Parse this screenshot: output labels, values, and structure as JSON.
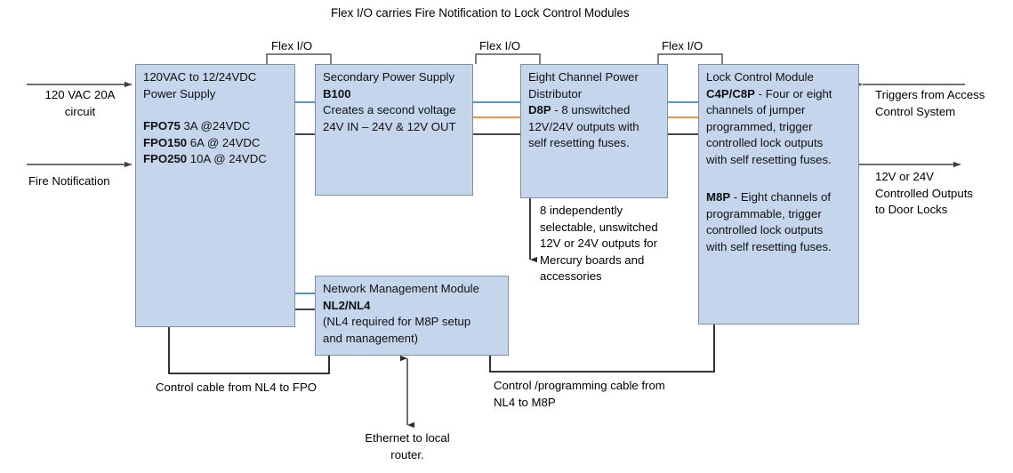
{
  "diagram": {
    "title": "Flex I/O carries Fire Notification to Lock Control Modules",
    "flex_io_label": "Flex I/O",
    "colors": {
      "box_fill": "#c5d5ec",
      "box_border": "#7e8fa8",
      "line_blue": "#3b87c8",
      "line_orange": "#e58a33",
      "line_black": "#2b2b2b"
    }
  },
  "boxes": {
    "power_supply": {
      "title_line1": "120VAC to 12/24VDC",
      "title_line2": "Power Supply",
      "models": [
        {
          "name": "FPO75",
          "spec": " 3A @24VDC"
        },
        {
          "name": "FPO150",
          "spec": " 6A @ 24VDC"
        },
        {
          "name": "FPO250",
          "spec": " 10A @ 24VDC"
        }
      ]
    },
    "secondary_power_supply": {
      "title": "Secondary Power Supply",
      "model": "B100",
      "desc_line1": "Creates a second voltage",
      "desc_line2": "24V IN – 24V & 12V OUT"
    },
    "power_distributor": {
      "title_line1": "Eight Channel Power",
      "title_line2": "Distributor",
      "model": "D8P",
      "desc_line1": " -  8 unswitched",
      "desc_line2": "12V/24V outputs with",
      "desc_line3": "self resetting fuses."
    },
    "lock_control_module": {
      "title": "Lock Control Module",
      "model_a": "C4P/C8P",
      "desc_a_line1": " - Four or eight",
      "desc_a_line2": "channels of jumper",
      "desc_a_line3": "programmed, trigger",
      "desc_a_line4": "controlled lock outputs",
      "desc_a_line5": "with self resetting fuses.",
      "model_b": "M8P",
      "desc_b_line1": " - Eight channels of",
      "desc_b_line2": "programmable, trigger",
      "desc_b_line3": "controlled lock outputs",
      "desc_b_line4": "with self resetting fuses."
    },
    "network_management_module": {
      "title": "Network Management Module",
      "model": "NL2/NL4",
      "desc_line1": "(NL4 required for M8P setup",
      "desc_line2": "and management)"
    }
  },
  "annotations": {
    "input_mains_line1": "120 VAC 20A",
    "input_mains_line2": "circuit",
    "input_fire": "Fire Notification",
    "output_triggers_line1": "Triggers from Access",
    "output_triggers_line2": "Control System",
    "output_locks_line1": "12V or 24V",
    "output_locks_line2": "Controlled Outputs",
    "output_locks_line3": "to Door Locks",
    "d8p_note_line1": "8 independently",
    "d8p_note_line2": "selectable, unswitched",
    "d8p_note_line3": "12V or 24V outputs for",
    "d8p_note_line4": "Mercury boards and",
    "d8p_note_line5": "accessories",
    "cable_fpo": "Control cable from NL4 to FPO",
    "cable_m8p_line1": "Control /programming cable from",
    "cable_m8p_line2": "NL4 to M8P",
    "ethernet_line1": "Ethernet to local",
    "ethernet_line2": "router."
  }
}
